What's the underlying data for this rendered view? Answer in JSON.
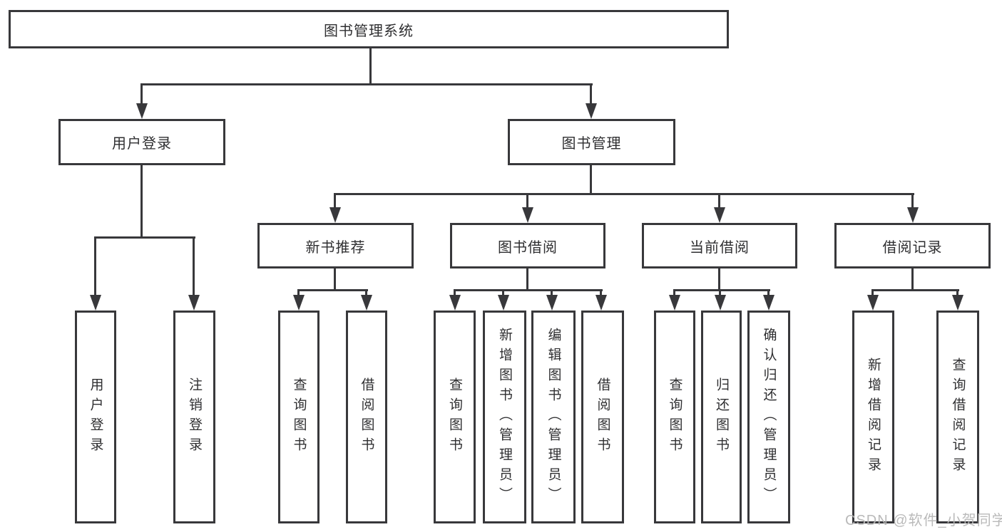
{
  "diagram": {
    "root": {
      "label": "图书管理系统"
    },
    "level2": [
      {
        "id": "user-login",
        "label": "用户登录"
      },
      {
        "id": "book-management",
        "label": "图书管理"
      }
    ],
    "level3": [
      {
        "id": "new-book-recommend",
        "label": "新书推荐",
        "parent": "图书管理"
      },
      {
        "id": "book-borrow",
        "label": "图书借阅",
        "parent": "图书管理"
      },
      {
        "id": "current-borrow",
        "label": "当前借阅",
        "parent": "图书管理"
      },
      {
        "id": "borrow-record",
        "label": "借阅记录",
        "parent": "图书管理"
      }
    ],
    "leaves": [
      {
        "label": "用户登录",
        "parent": "用户登录"
      },
      {
        "label": "注销登录",
        "parent": "用户登录"
      },
      {
        "label": "查询图书",
        "parent": "新书推荐"
      },
      {
        "label": "借阅图书",
        "parent": "新书推荐"
      },
      {
        "label": "查询图书",
        "parent": "图书借阅"
      },
      {
        "label": "新增图书（管理员）",
        "parent": "图书借阅"
      },
      {
        "label": "编辑图书（管理员）",
        "parent": "图书借阅"
      },
      {
        "label": "借阅图书",
        "parent": "图书借阅"
      },
      {
        "label": "查询图书",
        "parent": "当前借阅"
      },
      {
        "label": "归还图书",
        "parent": "当前借阅"
      },
      {
        "label": "确认归还（管理员）",
        "parent": "当前借阅"
      },
      {
        "label": "新增借阅记录",
        "parent": "借阅记录"
      },
      {
        "label": "查询借阅记录",
        "parent": "借阅记录"
      }
    ],
    "watermark": "CSDN @软件_小贺同学",
    "colors": {
      "line": "#38383b",
      "text": "#2f2f31",
      "background": "#ffffff",
      "watermark": "#b6b6b6"
    }
  }
}
